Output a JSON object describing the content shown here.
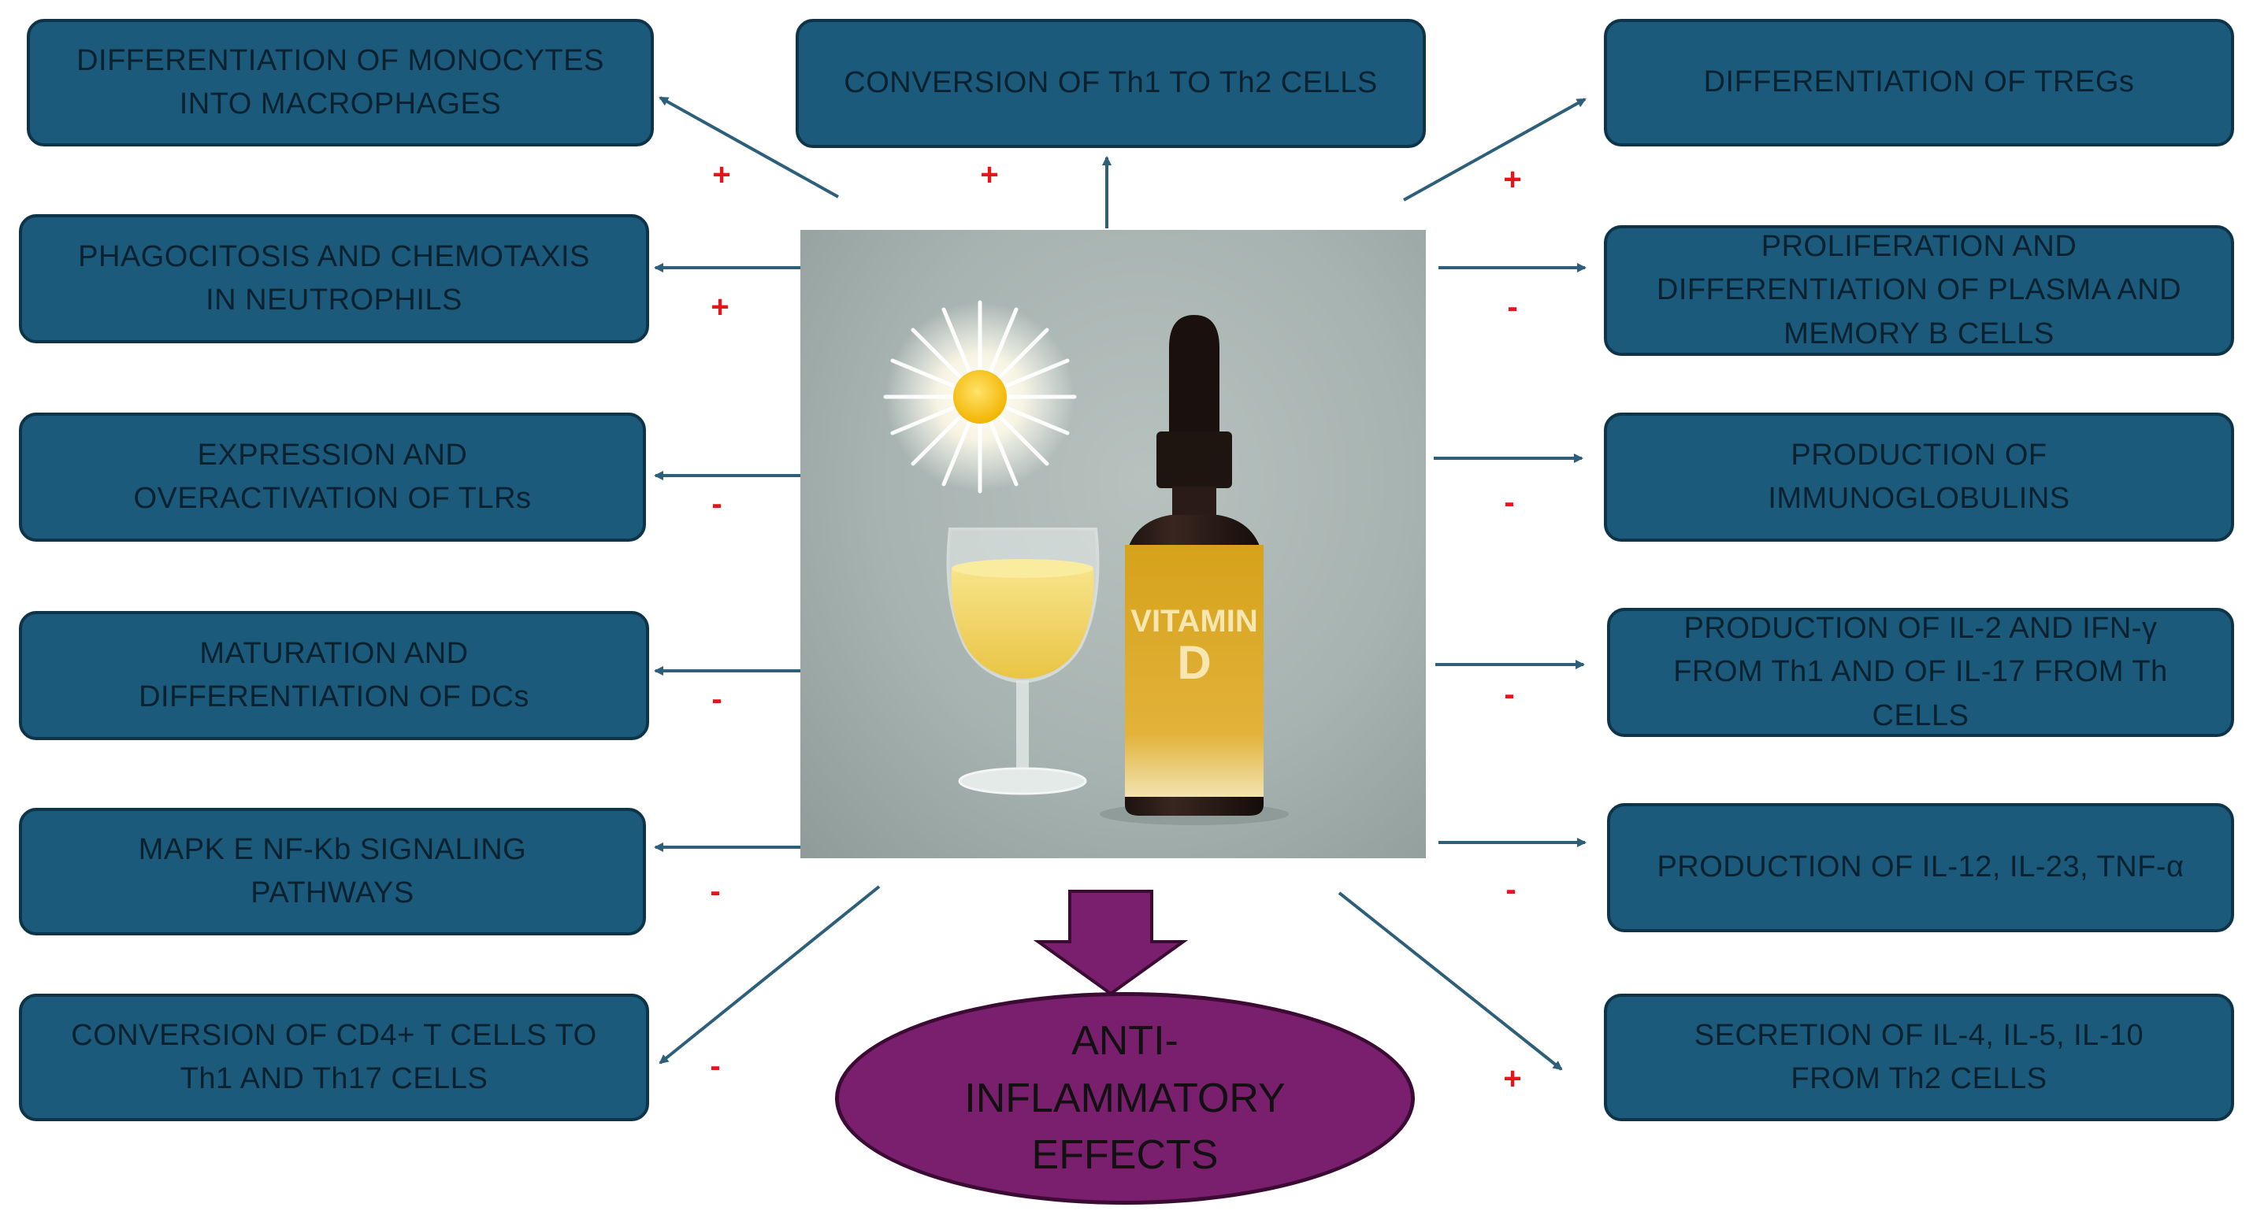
{
  "left_boxes": [
    {
      "text": "DIFFERENTIATION OF MONOCYTES\nINTO MACROPHAGES",
      "sign": "+"
    },
    {
      "text": "PHAGOCITOSIS AND CHEMOTAXIS\nIN NEUTROPHILS",
      "sign": "+"
    },
    {
      "text": "EXPRESSION AND\nOVERACTIVATION OF TLRs",
      "sign": "-"
    },
    {
      "text": "MATURATION  AND\nDIFFERENTIATION OF DCs",
      "sign": "-"
    },
    {
      "text": "MAPK E NF-Kb SIGNALING\nPATHWAYS",
      "sign": "-"
    },
    {
      "text": "CONVERSION OF CD4+ T CELLS TO\nTh1 AND Th17 CELLS",
      "sign": "-"
    }
  ],
  "top_box": {
    "text": "CONVERSION OF Th1 TO Th2 CELLS",
    "sign": "+"
  },
  "right_boxes": [
    {
      "text": "DIFFERENTIATION OF TREGs",
      "sign": "+"
    },
    {
      "text": "PROLIFERATION AND\nDIFFERENTIATION OF PLASMA AND\nMEMORY B CELLS",
      "sign": "-"
    },
    {
      "text": "PRODUCTION OF\nIMMUNOGLOBULINS",
      "sign": "-"
    },
    {
      "text": "PRODUCTION OF IL-2 AND IFN-γ\nFROM Th1 AND OF IL-17 FROM Th\nCELLS",
      "sign": "-"
    },
    {
      "text": "PRODUCTION OF IL-12, IL-23, TNF-α",
      "sign": "-"
    },
    {
      "text": "SECRETION OF IL-4, IL-5, IL-10\nFROM Th2 CELLS",
      "sign": "+"
    }
  ],
  "photo": {
    "label_line1": "VITAMIN",
    "label_line2": "D"
  },
  "outcome": {
    "text": "ANTI-\nINFLAMMATORY\nEFFECTS"
  },
  "colors": {
    "box_fill": "#1b5a7a",
    "box_border": "#0d3449",
    "arrow": "#2d5f7a",
    "sign": "#e3161b",
    "outcome_fill": "#7a1f6e"
  }
}
